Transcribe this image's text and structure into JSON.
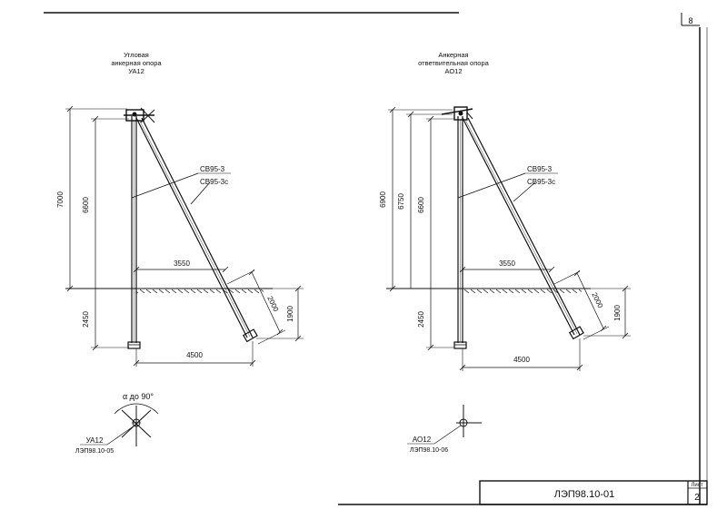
{
  "page_number": "8",
  "left_drawing": {
    "title_lines": [
      "Угловая",
      "анкерная опора",
      "УА12"
    ],
    "cable_label_1": "СВ95-3",
    "cable_label_2": "СВ95-3с",
    "dim_total_height": "7000",
    "dim_upper_height": "6600",
    "dim_below_ground": "2450",
    "dim_strut_offset": "3550",
    "dim_base_width": "4500",
    "dim_strut_slant": "2000",
    "dim_strut_depth": "1900",
    "plan_angle_label": "α до 90°",
    "plan_mark": "УА12",
    "plan_ref": "ЛЭП98.10-05"
  },
  "right_drawing": {
    "title_lines": [
      "Анкерная",
      "ответвительная опора",
      "АО12"
    ],
    "cable_label_1": "СВ95-3",
    "cable_label_2": "СВ95-3с",
    "dim_total_height": "6900",
    "dim_mid_height": "6750",
    "dim_upper_height": "6600",
    "dim_below_ground": "2450",
    "dim_strut_offset": "3550",
    "dim_base_width": "4500",
    "dim_strut_slant": "2000",
    "dim_strut_depth": "1900",
    "plan_mark": "АО12",
    "plan_ref": "ЛЭП98.10-06"
  },
  "title_block": {
    "document_code": "ЛЭП98.10-01",
    "sheet_label": "Лист",
    "sheet_number": "2"
  }
}
